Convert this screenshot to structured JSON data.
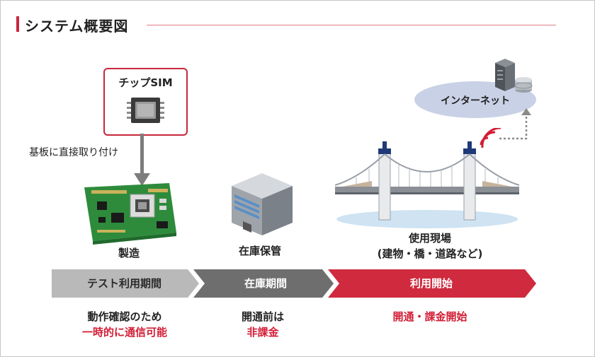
{
  "title": "システム概要図",
  "chip": {
    "label": "チップSIM"
  },
  "mount_label": "基板に直接取り付け",
  "stages": {
    "manufacturing": "製造",
    "storage": "在庫保管",
    "usage_line1": "使用現場",
    "usage_line2": "(建物・橋・道路など)"
  },
  "internet_label": "インターネット",
  "phases": [
    {
      "label": "テスト利用期間",
      "note_line1": "動作確認のため",
      "note_line2": "一時的に通信可能"
    },
    {
      "label": "在庫期間",
      "note_line1": "開通前は",
      "note_line2": "非課金"
    },
    {
      "label": "利用開始",
      "note_line1": "開通・課金開始",
      "note_line2": ""
    }
  ],
  "colors": {
    "accent": "#c8283c",
    "phase1": "#b9b9b9",
    "phase2": "#6e6e6e",
    "phase3": "#cf2a3e",
    "cloud": "#c9d1e6"
  }
}
